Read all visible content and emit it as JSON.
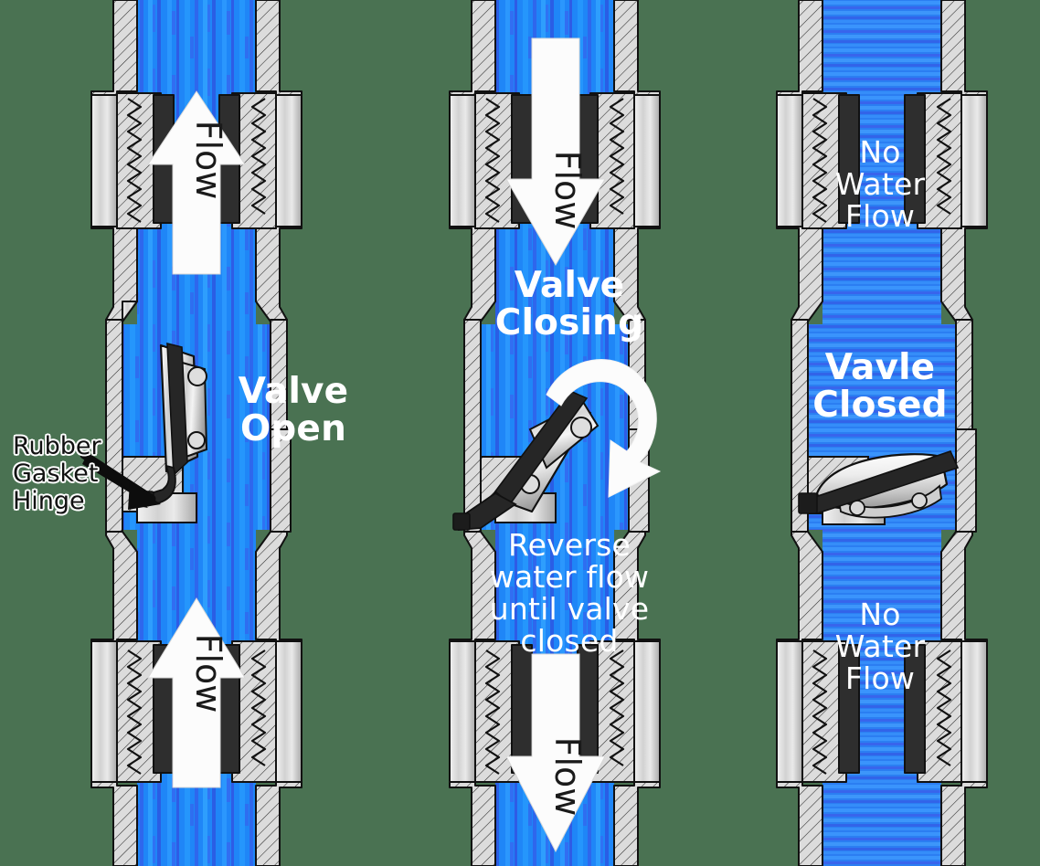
{
  "diagram": {
    "title": "Check Valve Operation Sequence",
    "background_color": "#4a7252",
    "water_color": "#1f7ef5",
    "water_color_light": "#2f9bff",
    "water_color_dark": "#3b3bd6",
    "metal_light": "#e8e8e8",
    "metal_mid": "#c8c8c8",
    "metal_dark": "#9a9a9a",
    "gasket_color": "#2b2b2b",
    "outline_color": "#111111",
    "arrow_color": "#fcfcfc",
    "label_color": "#ffffff",
    "callout_color": "#111111"
  },
  "panels": [
    {
      "id": "valve-open",
      "state_label": "Valve\nOpen",
      "water_style": "flowing",
      "flow_arrows": [
        {
          "id": "upper",
          "direction": "up",
          "label": "Flow"
        },
        {
          "id": "lower",
          "direction": "up",
          "label": "Flow"
        }
      ],
      "callouts": [
        {
          "id": "rubber-gasket-hinge",
          "text": "Rubber\nGasket\nHinge"
        }
      ],
      "flapper_state": "open",
      "rotation_arrow": false
    },
    {
      "id": "valve-closing",
      "state_label": "Valve\nClosing",
      "secondary_label": "Reverse\nwater flow\nuntil valve\nclosed",
      "water_style": "flowing",
      "flow_arrows": [
        {
          "id": "upper",
          "direction": "down",
          "label": "Flow"
        },
        {
          "id": "lower",
          "direction": "down",
          "label": "Flow"
        }
      ],
      "callouts": [],
      "flapper_state": "closing",
      "rotation_arrow": true
    },
    {
      "id": "valve-closed",
      "state_label": "Vavle\nClosed",
      "water_style": "still",
      "no_flow_labels": [
        {
          "id": "upper",
          "text": "No\nWater\nFlow"
        },
        {
          "id": "lower",
          "text": "No\nWater\nFlow"
        }
      ],
      "flow_arrows": [],
      "callouts": [],
      "flapper_state": "closed",
      "rotation_arrow": false
    }
  ]
}
